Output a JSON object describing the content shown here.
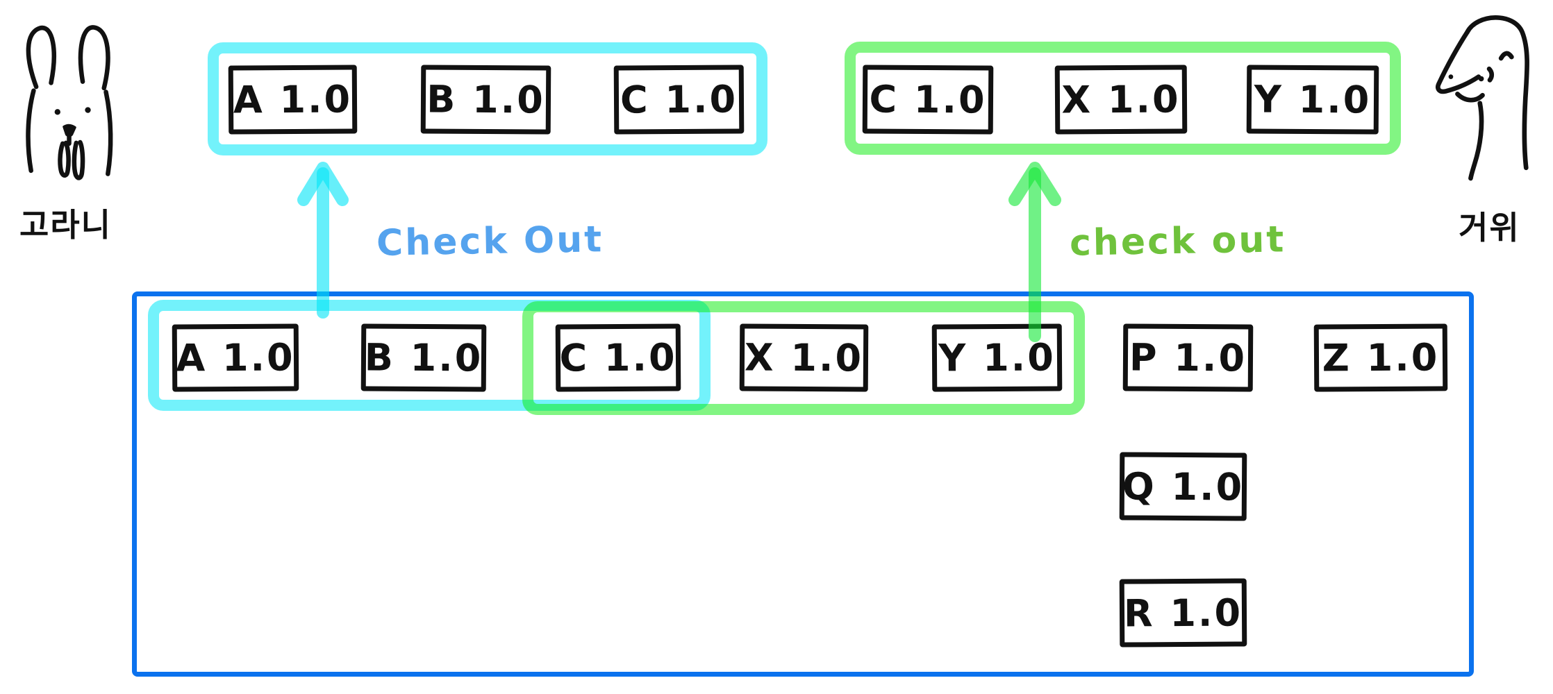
{
  "diagram": {
    "left_actor": {
      "name": "고라니",
      "animal": "water-deer"
    },
    "right_actor": {
      "name": "거위",
      "animal": "goose"
    },
    "left_checkout": {
      "label": "Check Out",
      "packages": [
        "A 1.0",
        "B 1.0",
        "C 1.0"
      ]
    },
    "right_checkout": {
      "label": "check out",
      "packages": [
        "C 1.0",
        "X 1.0",
        "Y 1.0"
      ]
    },
    "repository": {
      "row_packages": [
        "A 1.0",
        "B 1.0",
        "C 1.0",
        "X 1.0",
        "Y 1.0",
        "P 1.0",
        "Z 1.0"
      ],
      "stack_packages": [
        "Q 1.0",
        "R 1.0"
      ],
      "cyan_selection": [
        "A 1.0",
        "B 1.0",
        "C 1.0"
      ],
      "green_selection": [
        "C 1.0",
        "X 1.0",
        "Y 1.0"
      ]
    }
  },
  "colors": {
    "ink": "#111111",
    "repo_border_blue": "#0B72EE",
    "highlight_cyan": "#00E7F78C",
    "highlight_green": "#05EB0780",
    "arrow_cyan": "#00E5F799",
    "arrow_green": "#11E73599",
    "text_blue": "#55A3EE",
    "text_green": "#6FC23C"
  }
}
